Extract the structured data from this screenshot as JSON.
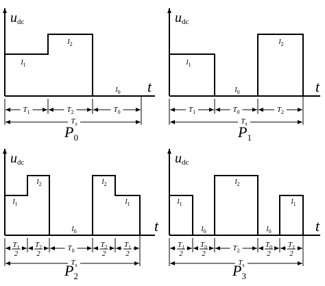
{
  "figure": {
    "y_label": "u",
    "y_sub": "dc",
    "t_label": "t",
    "panels": [
      {
        "name": "P",
        "sub": "0",
        "levels": [
          "I1",
          "I2",
          "I0"
        ],
        "level_text": [
          {
            "b": "I",
            "s": "1"
          },
          {
            "b": "I",
            "s": "2"
          },
          {
            "b": "I",
            "s": "0"
          }
        ],
        "segments": [
          {
            "b": "T",
            "s": "1",
            "frac": false
          },
          {
            "b": "T",
            "s": "2",
            "frac": false
          },
          {
            "b": "T",
            "s": "0",
            "frac": false
          }
        ],
        "total": {
          "b": "T",
          "s": "s"
        }
      },
      {
        "name": "P",
        "sub": "1",
        "level_text": [
          {
            "b": "I",
            "s": "1"
          },
          {
            "b": "I",
            "s": "0"
          },
          {
            "b": "I",
            "s": "2"
          }
        ],
        "segments": [
          {
            "b": "T",
            "s": "1",
            "frac": false
          },
          {
            "b": "T",
            "s": "0",
            "frac": false
          },
          {
            "b": "T",
            "s": "2",
            "frac": false
          }
        ],
        "total": {
          "b": "T",
          "s": "s"
        }
      },
      {
        "name": "P",
        "sub": "2",
        "level_text": [
          {
            "b": "I",
            "s": "1"
          },
          {
            "b": "I",
            "s": "2"
          },
          {
            "b": "I",
            "s": "0"
          },
          {
            "b": "I",
            "s": "2"
          },
          {
            "b": "I",
            "s": "1"
          }
        ],
        "segments": [
          {
            "b": "T",
            "s": "1",
            "frac": true,
            "den": "2"
          },
          {
            "b": "T",
            "s": "2",
            "frac": true,
            "den": "2"
          },
          {
            "b": "T",
            "s": "0",
            "frac": false
          },
          {
            "b": "T",
            "s": "2",
            "frac": true,
            "den": "2"
          },
          {
            "b": "T",
            "s": "1",
            "frac": true,
            "den": "2"
          }
        ],
        "total": {
          "b": "T",
          "s": "s"
        }
      },
      {
        "name": "P",
        "sub": "3",
        "level_text": [
          {
            "b": "I",
            "s": "1"
          },
          {
            "b": "I",
            "s": "0"
          },
          {
            "b": "I",
            "s": "2"
          },
          {
            "b": "I",
            "s": "0"
          },
          {
            "b": "I",
            "s": "1"
          }
        ],
        "segments": [
          {
            "b": "T",
            "s": "1",
            "frac": true,
            "den": "2"
          },
          {
            "b": "T",
            "s": "0",
            "frac": true,
            "den": "2"
          },
          {
            "b": "T",
            "s": "2",
            "frac": false
          },
          {
            "b": "T",
            "s": "0",
            "frac": true,
            "den": "2"
          },
          {
            "b": "T",
            "s": "1",
            "frac": true,
            "den": "2"
          }
        ],
        "total": {
          "b": "T",
          "s": "s"
        }
      }
    ]
  }
}
